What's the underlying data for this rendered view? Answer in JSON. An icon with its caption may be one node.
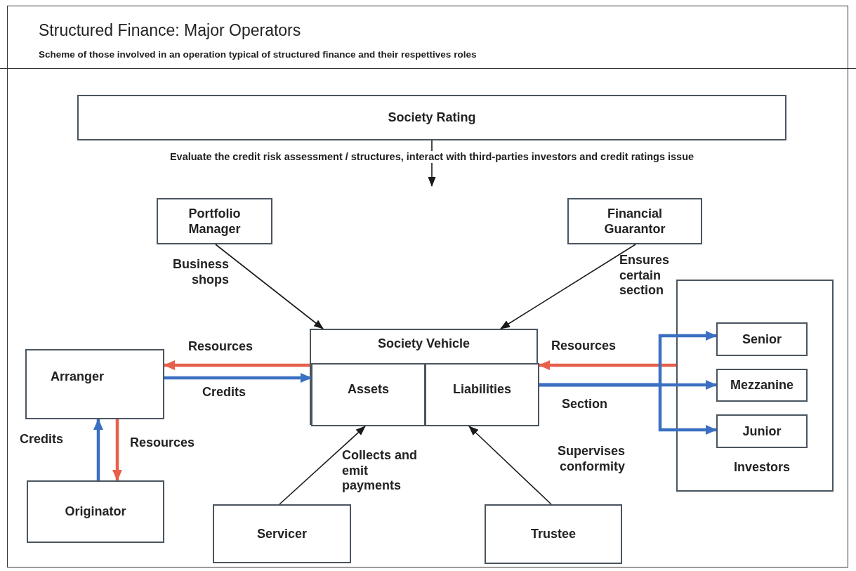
{
  "diagram": {
    "title": "Structured Finance: Major Operators",
    "nodes": [
      {
        "text": [
          "Society Rating"
        ],
        "beside": [
          "Evaluate the credit risk assessment / structures, interact with third-parties investors and credit ratings issue"
        ]
      },
      {
        "text": [
          "Portfolio Manager"
        ]
      },
      {
        "text": [
          "Financial Guarantor"
        ]
      },
      {
        "text": [
          "Society Vehicle"
        ]
      },
      {
        "text": [
          "Assets"
        ],
        "in": 3
      },
      {
        "text": [
          "Liabilities"
        ],
        "in": 3
      },
      {
        "text": [
          "Arranger"
        ]
      },
      {
        "text": [
          "Originator"
        ]
      },
      {
        "text": [
          "Servicer"
        ]
      },
      {
        "text": [
          "Trustee"
        ]
      },
      {
        "text": [
          "Investors"
        ]
      },
      {
        "text": [
          "Senior"
        ],
        "in": 10
      },
      {
        "text": [
          "Mezzanine"
        ],
        "in": 10
      },
      {
        "text": [
          "Junior"
        ],
        "in": 10
      }
    ],
    "edges": [
      {
        "from": 1,
        "to": 3,
        "arrow": "to",
        "label": "Business shops"
      },
      {
        "from": 2,
        "to": 3,
        "arrow": "to",
        "label": "Ensures certain section"
      },
      {
        "from": 3,
        "to": 6,
        "arrow": "to",
        "label": "Resources",
        "color": "#e8604c"
      },
      {
        "from": 6,
        "to": 4,
        "arrow": "to",
        "label": "Credits",
        "color": "#3b6fc1"
      },
      {
        "from": 7,
        "to": 6,
        "arrow": "to",
        "label": "Credits",
        "color": "#3b6fc1"
      },
      {
        "from": 6,
        "to": 7,
        "arrow": "to",
        "label": "Resources",
        "color": "#e8604c"
      },
      {
        "from": 8,
        "to": 4,
        "arrow": "to",
        "label": "Collects and emit payments"
      },
      {
        "from": 9,
        "to": 5,
        "arrow": "to",
        "label": "Supervises conformity"
      },
      {
        "from": 10,
        "to": 5,
        "arrow": "to",
        "label": "Resources",
        "color": "#e8604c"
      },
      {
        "from": 5,
        "to": 11,
        "arrow": "to",
        "color": "#3b6fc1"
      },
      {
        "from": 5,
        "to": 12,
        "arrow": "to",
        "label": "Section",
        "color": "#3b6fc1"
      },
      {
        "from": 5,
        "to": 13,
        "arrow": "to",
        "color": "#3b6fc1"
      },
      {
        "from": 0,
        "to": null,
        "arrow": "to"
      }
    ],
    "labels": [
      "Scheme of those involved in an operation typical of structured finance and their respettives roles"
    ]
  }
}
